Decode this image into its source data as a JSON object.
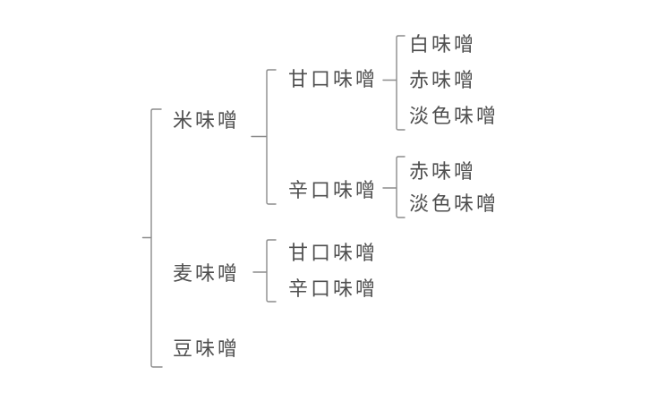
{
  "diagram": {
    "kind": "tree-diagram",
    "background_color": "#ffffff",
    "line_color": "#8c8c8c",
    "text_color": "#4f4f4f",
    "tree": {
      "children": [
        {
          "label": "米味噌",
          "children": [
            {
              "label": "甘口味噌",
              "children": [
                {
                  "label": "白味噌"
                },
                {
                  "label": "赤味噌"
                },
                {
                  "label": "淡色味噌"
                }
              ]
            },
            {
              "label": "辛口味噌",
              "children": [
                {
                  "label": "赤味噌"
                },
                {
                  "label": "淡色味噌"
                }
              ]
            }
          ]
        },
        {
          "label": "麦味噌",
          "children": [
            {
              "label": "甘口味噌"
            },
            {
              "label": "辛口味噌"
            }
          ]
        },
        {
          "label": "豆味噌",
          "children": []
        }
      ]
    }
  }
}
